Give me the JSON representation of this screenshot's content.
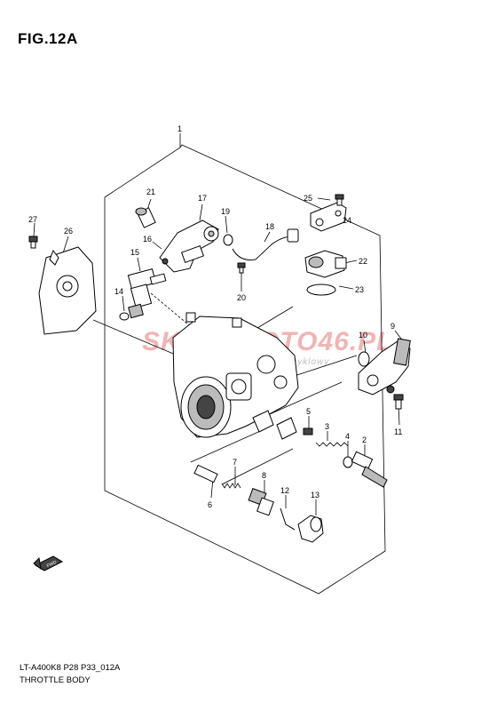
{
  "figure": {
    "title": "FIG.12A",
    "code": "LT-A400K8 P28 P33_012A",
    "name": "THROTTLE BODY"
  },
  "watermark": {
    "main": "SKLEPMOTO46.PL",
    "sub": "internetowy sklep motocyklowy"
  },
  "fwd_label": "FWD",
  "callouts": [
    "1",
    "2",
    "3",
    "4",
    "5",
    "6",
    "7",
    "8",
    "9",
    "10",
    "11",
    "12",
    "13",
    "14",
    "15",
    "16",
    "17",
    "18",
    "19",
    "20",
    "21",
    "22",
    "23",
    "24",
    "25",
    "26",
    "27"
  ]
}
